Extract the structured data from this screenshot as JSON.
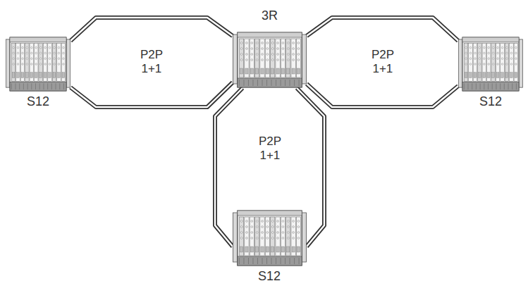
{
  "diagram": {
    "nodes": [
      {
        "text": [
          "S12"
        ]
      },
      {
        "text": [
          "3R"
        ]
      },
      {
        "text": [
          "S12"
        ]
      },
      {
        "text": [
          "S12"
        ]
      }
    ],
    "edges": [
      {
        "from": 0,
        "to": 1,
        "arrow": "none",
        "label": "P2P 1+1"
      },
      {
        "from": 1,
        "to": 2,
        "arrow": "none",
        "label": "P2P 1+1"
      },
      {
        "from": 1,
        "to": 3,
        "arrow": "none",
        "label": "P2P 1+1"
      }
    ]
  }
}
